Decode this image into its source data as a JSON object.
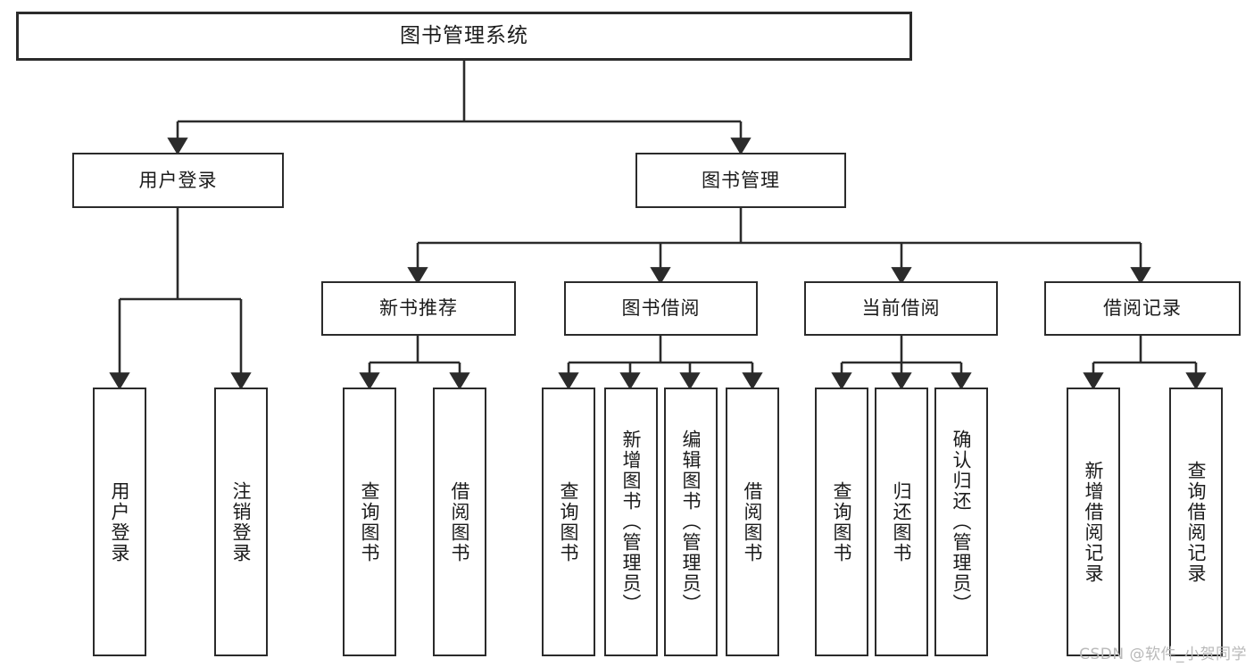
{
  "diagram": {
    "type": "tree",
    "title": "图书管理系统",
    "root": {
      "label": "图书管理系统"
    },
    "level2": [
      {
        "label": "用户登录"
      },
      {
        "label": "图书管理"
      }
    ],
    "level3": [
      {
        "label": "新书推荐"
      },
      {
        "label": "图书借阅"
      },
      {
        "label": "当前借阅"
      },
      {
        "label": "借阅记录"
      }
    ],
    "leaves": {
      "user_login": [
        {
          "label": "用户登录"
        },
        {
          "label": "注销登录"
        }
      ],
      "new_book_recommend": [
        {
          "label": "查询图书"
        },
        {
          "label": "借阅图书"
        }
      ],
      "book_borrow": [
        {
          "label": "查询图书"
        },
        {
          "label": "新增图书（管理员）"
        },
        {
          "label": "编辑图书（管理员）"
        },
        {
          "label": "借阅图书"
        }
      ],
      "current_borrow": [
        {
          "label": "查询图书"
        },
        {
          "label": "归还图书"
        },
        {
          "label": "确认归还（管理员）"
        }
      ],
      "borrow_record": [
        {
          "label": "新增借阅记录"
        },
        {
          "label": "查询借阅记录"
        }
      ]
    }
  },
  "watermark": {
    "text": "CSDN @软件_小贺同学"
  },
  "colors": {
    "border": "#2b2b2b",
    "fill": "#ffffff",
    "text": "#1b1b1b",
    "watermark": "#b9b9b9"
  }
}
